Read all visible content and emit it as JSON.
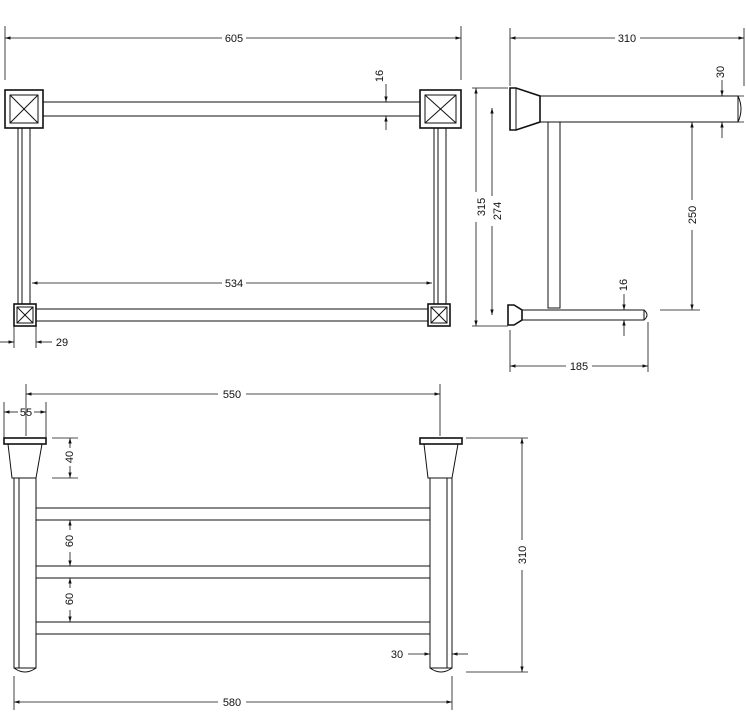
{
  "colors": {
    "line": "#111111",
    "background": "#ffffff"
  },
  "front_view": {
    "overall_width": "605",
    "bar_diameter": "16",
    "inner_width": "534",
    "post_width": "29"
  },
  "side_view": {
    "depth": "310",
    "bar_diameter_top": "30",
    "overall_height": "315",
    "height_inner": "274",
    "bar_spacing": "250",
    "bar_diameter_bottom": "16",
    "bottom_depth": "185"
  },
  "top_view": {
    "center_distance": "550",
    "flange_width": "55",
    "flange_height": "40",
    "rail_spacing_1": "60",
    "rail_spacing_2": "60",
    "total_depth": "310",
    "post_diameter": "30",
    "overall_length": "580"
  }
}
